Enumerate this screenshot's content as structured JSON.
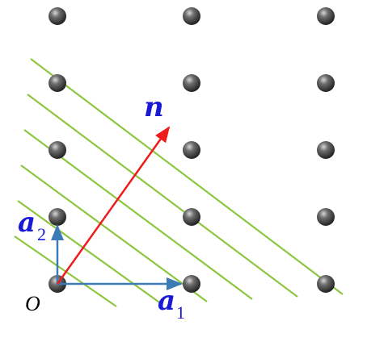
{
  "diagram": {
    "labels": {
      "normal": "n",
      "a2_main": "a",
      "a2_sub": "2",
      "a1_main": "a",
      "a1_sub": "1",
      "origin": "O"
    },
    "colors": {
      "background": "#ffffff",
      "atom_dark": "#1f1f1f",
      "atom_light": "#c8c8c8",
      "lattice_plane": "#8dc63f",
      "basis_vector": "#3c7bb5",
      "normal_vector": "#ee1c1c",
      "vector_label": "#1a1ad6",
      "origin_label": "#000000"
    },
    "lattice": {
      "columns": 3,
      "rows": 5
    }
  }
}
